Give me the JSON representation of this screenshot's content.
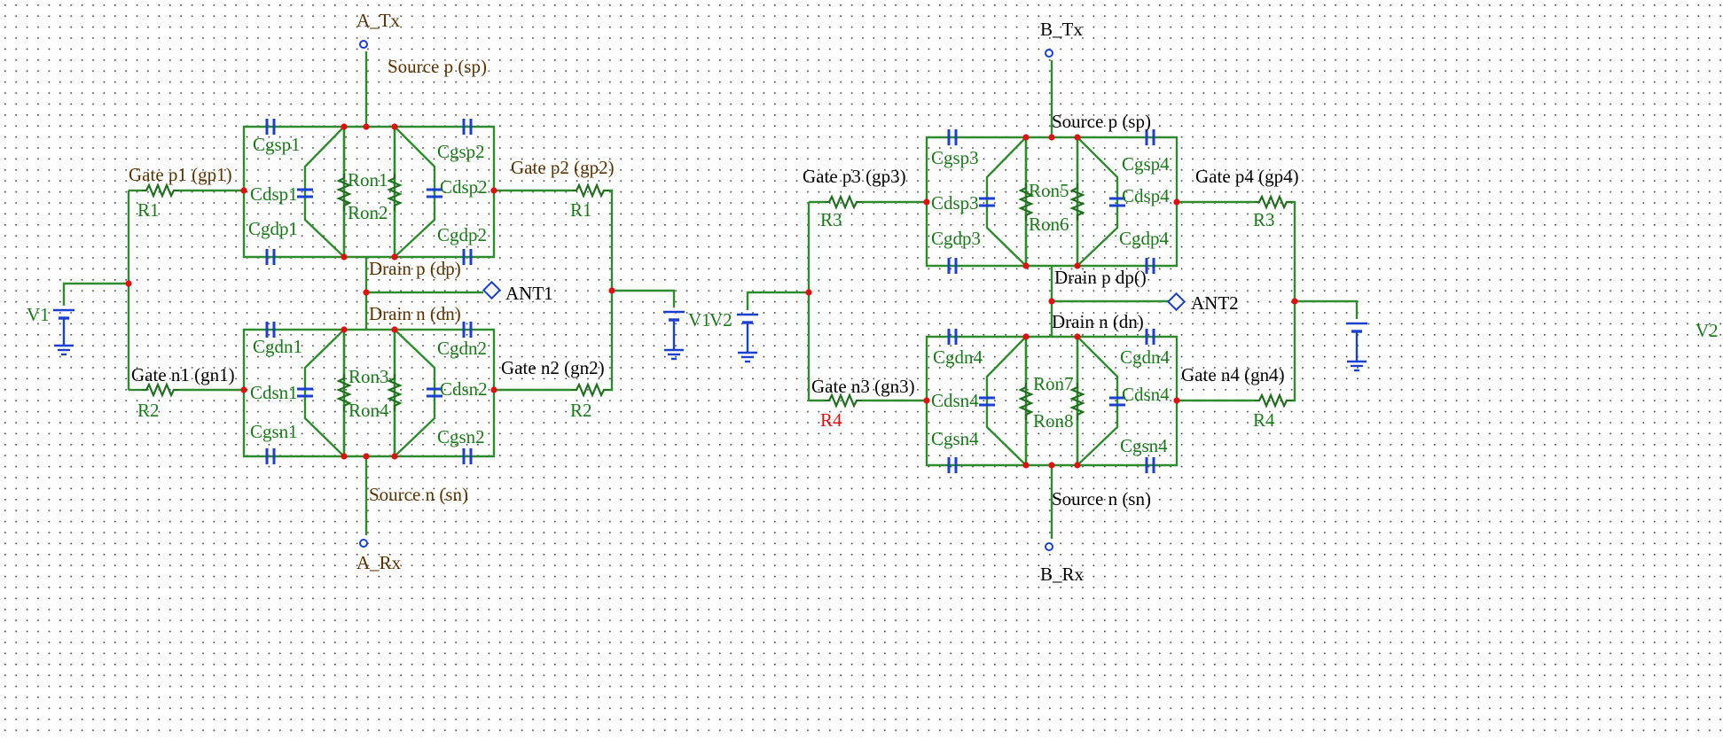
{
  "colors": {
    "wire": "#2e8b2e",
    "component_label": "#1a7a1a",
    "node_label": "#5a3200",
    "junction": "#e01010",
    "source": "#1a3fd1",
    "highlight": "#e01010"
  },
  "labels": {
    "A_Tx": "A_Tx",
    "A_Rx": "A_Rx",
    "B_Tx": "B_Tx",
    "B_Rx": "B_Rx",
    "src_p_a": "Source p (sp)",
    "src_n_a": "Source n (sn)",
    "drain_p_a": "Drain p (dp)",
    "drain_n_a": "Drain n (dn)",
    "src_p_b": "Source p (sp)",
    "src_n_b": "Source n (sn)",
    "drain_p_b": "Drain p dp()",
    "drain_n_b": "Drain n (dn)",
    "gate_p1": "Gate p1 (gp1)",
    "gate_p2": "Gate p2 (gp2)",
    "gate_n1": "Gate n1 (gn1)",
    "gate_n2": "Gate n2 (gn2)",
    "gate_p3": "Gate p3 (gp3)",
    "gate_p4": "Gate p4 (gp4)",
    "gate_n3": "Gate n3 (gn3)",
    "gate_n4": "Gate n4 (gn4)",
    "ant1": "ANT1",
    "ant2": "ANT2",
    "V1": "V1",
    "V1b": "V1",
    "V2": "V2",
    "V2b": "V2",
    "R1a": "R1",
    "R1b": "R1",
    "R2a": "R2",
    "R2b": "R2",
    "R3a": "R3",
    "R3b": "R3",
    "R4a": "R4",
    "R4b": "R4",
    "Cgsp1": "Cgsp1",
    "Cdsp1": "Cdsp1",
    "Cgdp1": "Cgdp1",
    "Cgsp2": "Cgsp2",
    "Cdsp2": "Cdsp2",
    "Cgdp2": "Cgdp2",
    "Cgdn1": "Cgdn1",
    "Cdsn1": "Cdsn1",
    "Cgsn1": "Cgsn1",
    "Cgdn2": "Cgdn2",
    "Cdsn2": "Cdsn2",
    "Cgsn2": "Cgsn2",
    "Cgsp3": "Cgsp3",
    "Cdsp3": "Cdsp3",
    "Cgdp3": "Cgdp3",
    "Cgsp4": "Cgsp4",
    "Cdsp4": "Cdsp4",
    "Cgdp4": "Cgdp4",
    "Cgdn4a": "Cgdn4",
    "Cdsn4a": "Cdsn4",
    "Cgsn4a": "Cgsn4",
    "Cgdn4b": "Cgdn4",
    "Cdsn4b": "Cdsn4",
    "Cgsn4b": "Cgsn4",
    "Ron1": "Ron1",
    "Ron2": "Ron2",
    "Ron3": "Ron3",
    "Ron4": "Ron4",
    "Ron5": "Ron5",
    "Ron6": "Ron6",
    "Ron7": "Ron7",
    "Ron8": "Ron8"
  }
}
